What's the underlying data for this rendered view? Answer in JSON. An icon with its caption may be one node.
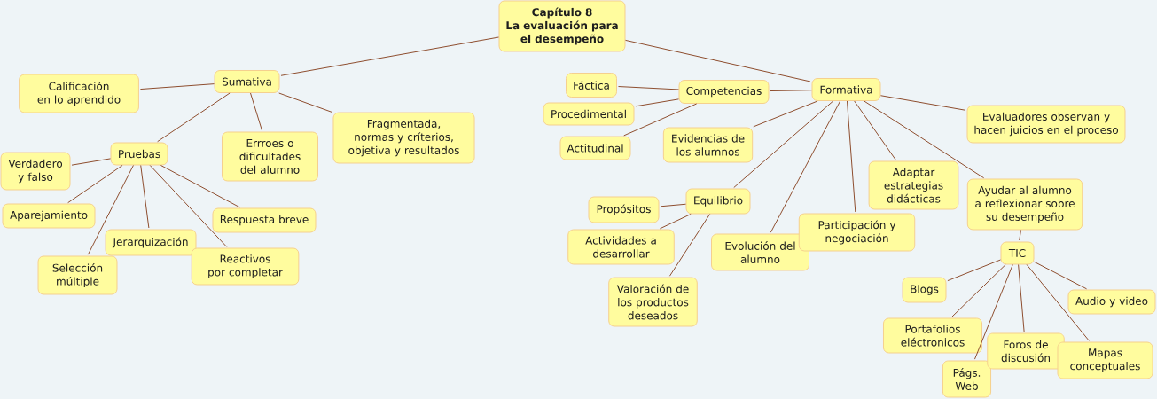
{
  "diagram": {
    "nodes": [
      {
        "text": [
          "Capítulo 8",
          "La evaluación para el desempeño"
        ]
      },
      {
        "text": [
          "Sumativa"
        ]
      },
      {
        "text": [
          "Calificación en lo aprendido"
        ]
      },
      {
        "text": [
          "Pruebas"
        ]
      },
      {
        "text": [
          "Errroes o dificultades del alumno"
        ]
      },
      {
        "text": [
          "Fragmentada, normas y críterios, objetiva y resultados"
        ]
      },
      {
        "text": [
          "Verdadero y falso"
        ]
      },
      {
        "text": [
          "Aparejamiento"
        ]
      },
      {
        "text": [
          "Jerarquización"
        ]
      },
      {
        "text": [
          "Respuesta breve"
        ]
      },
      {
        "text": [
          "Selección múltiple"
        ]
      },
      {
        "text": [
          "Reactivos por completar"
        ]
      },
      {
        "text": [
          "Formativa"
        ]
      },
      {
        "text": [
          "Competencias"
        ]
      },
      {
        "text": [
          "Fáctica"
        ]
      },
      {
        "text": [
          "Procedimental"
        ]
      },
      {
        "text": [
          "Actitudinal"
        ]
      },
      {
        "text": [
          "Evidencias de los alumnos"
        ]
      },
      {
        "text": [
          "Evaluadores observan y hacen juicios en el proceso"
        ]
      },
      {
        "text": [
          "Adaptar estrategias didácticas"
        ]
      },
      {
        "text": [
          "Ayudar al alumno a reflexionar sobre su desempeño"
        ]
      },
      {
        "text": [
          "Equilibrio"
        ]
      },
      {
        "text": [
          "Propósitos"
        ]
      },
      {
        "text": [
          "Actividades a desarrollar"
        ]
      },
      {
        "text": [
          "Valoración de los productos deseados"
        ]
      },
      {
        "text": [
          "Evolución del alumno"
        ]
      },
      {
        "text": [
          "Participación y negociación"
        ]
      },
      {
        "text": [
          "TIC"
        ]
      },
      {
        "text": [
          "Blogs"
        ]
      },
      {
        "text": [
          "Audio y video"
        ]
      },
      {
        "text": [
          "Portafolios eléctronicos"
        ]
      },
      {
        "text": [
          "Págs. Web"
        ]
      },
      {
        "text": [
          "Foros de discusión"
        ]
      },
      {
        "text": [
          "Mapas conceptuales"
        ]
      }
    ],
    "edges": [
      {
        "from": 0,
        "to": 1,
        "arrow": "none"
      },
      {
        "from": 0,
        "to": 12,
        "arrow": "none"
      },
      {
        "from": 1,
        "to": 2,
        "arrow": "none"
      },
      {
        "from": 1,
        "to": 3,
        "arrow": "none"
      },
      {
        "from": 1,
        "to": 4,
        "arrow": "none"
      },
      {
        "from": 1,
        "to": 5,
        "arrow": "none"
      },
      {
        "from": 3,
        "to": 6,
        "arrow": "none"
      },
      {
        "from": 3,
        "to": 7,
        "arrow": "none"
      },
      {
        "from": 3,
        "to": 10,
        "arrow": "none"
      },
      {
        "from": 3,
        "to": 8,
        "arrow": "none"
      },
      {
        "from": 3,
        "to": 11,
        "arrow": "none"
      },
      {
        "from": 3,
        "to": 9,
        "arrow": "none"
      },
      {
        "from": 12,
        "to": 13,
        "arrow": "none"
      },
      {
        "from": 13,
        "to": 14,
        "arrow": "none"
      },
      {
        "from": 13,
        "to": 15,
        "arrow": "none"
      },
      {
        "from": 13,
        "to": 16,
        "arrow": "none"
      },
      {
        "from": 12,
        "to": 17,
        "arrow": "none"
      },
      {
        "from": 12,
        "to": 21,
        "arrow": "none"
      },
      {
        "from": 21,
        "to": 22,
        "arrow": "none"
      },
      {
        "from": 21,
        "to": 23,
        "arrow": "none"
      },
      {
        "from": 21,
        "to": 24,
        "arrow": "none"
      },
      {
        "from": 12,
        "to": 25,
        "arrow": "none"
      },
      {
        "from": 12,
        "to": 26,
        "arrow": "none"
      },
      {
        "from": 12,
        "to": 19,
        "arrow": "none"
      },
      {
        "from": 12,
        "to": 20,
        "arrow": "none"
      },
      {
        "from": 12,
        "to": 18,
        "arrow": "none"
      },
      {
        "from": 20,
        "to": 27,
        "arrow": "none"
      },
      {
        "from": 27,
        "to": 28,
        "arrow": "none"
      },
      {
        "from": 27,
        "to": 30,
        "arrow": "none"
      },
      {
        "from": 27,
        "to": 31,
        "arrow": "none"
      },
      {
        "from": 27,
        "to": 32,
        "arrow": "none"
      },
      {
        "from": 27,
        "to": 33,
        "arrow": "none"
      },
      {
        "from": 27,
        "to": 29,
        "arrow": "none"
      }
    ]
  }
}
